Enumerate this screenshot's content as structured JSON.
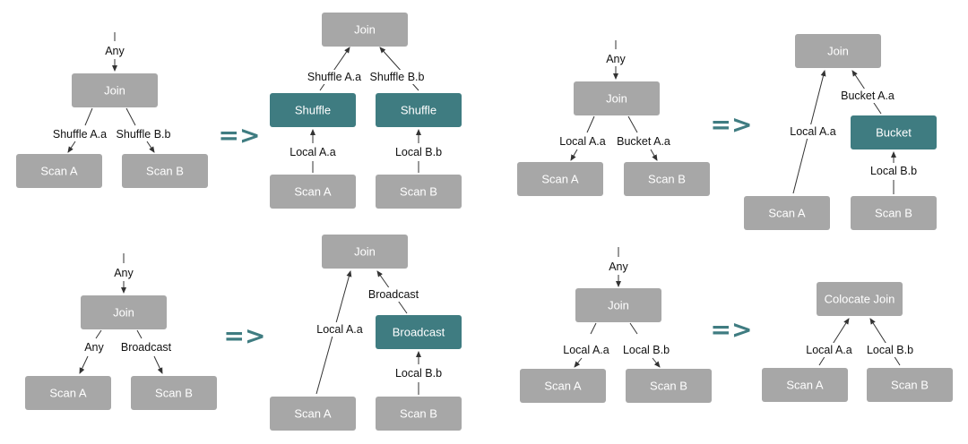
{
  "colors": {
    "node": "#a7a7a7",
    "accent_node": "#3f7c81",
    "edge": "#333333",
    "transform_arrow": "#3f7c81"
  },
  "transform_symbol": "=>",
  "panels": [
    {
      "id": "shuffle",
      "before": {
        "top_label": "Any",
        "join": "Join",
        "left_edge": "Shuffle A.a",
        "right_edge": "Shuffle B.b",
        "left_scan": "Scan A",
        "right_scan": "Scan B"
      },
      "after": {
        "join": "Join",
        "left_op": "Shuffle",
        "right_op": "Shuffle",
        "left_upper_edge": "Shuffle A.a",
        "right_upper_edge": "Shuffle B.b",
        "left_lower_edge": "Local A.a",
        "right_lower_edge": "Local B.b",
        "left_scan": "Scan A",
        "right_scan": "Scan B"
      }
    },
    {
      "id": "bucket",
      "before": {
        "top_label": "Any",
        "join": "Join",
        "left_edge": "Local A.a",
        "right_edge": "Bucket A.a",
        "left_scan": "Scan A",
        "right_scan": "Scan B"
      },
      "after": {
        "join": "Join",
        "op": "Bucket",
        "left_edge": "Local A.a",
        "op_upper_edge": "Bucket A.a",
        "op_lower_edge": "Local B.b",
        "left_scan": "Scan A",
        "right_scan": "Scan B"
      }
    },
    {
      "id": "broadcast",
      "before": {
        "top_label": "Any",
        "join": "Join",
        "left_edge": "Any",
        "right_edge": "Broadcast",
        "left_scan": "Scan A",
        "right_scan": "Scan B"
      },
      "after": {
        "join": "Join",
        "op": "Broadcast",
        "left_edge": "Local A.a",
        "op_upper_edge": "Broadcast",
        "op_lower_edge": "Local B.b",
        "left_scan": "Scan A",
        "right_scan": "Scan B"
      }
    },
    {
      "id": "colocate",
      "before": {
        "top_label": "Any",
        "join": "Join",
        "left_edge": "Local A.a",
        "right_edge": "Local B.b",
        "left_scan": "Scan A",
        "right_scan": "Scan B"
      },
      "after": {
        "join": "Colocate Join",
        "left_edge": "Local A.a",
        "right_edge": "Local B.b",
        "left_scan": "Scan A",
        "right_scan": "Scan B"
      }
    }
  ]
}
